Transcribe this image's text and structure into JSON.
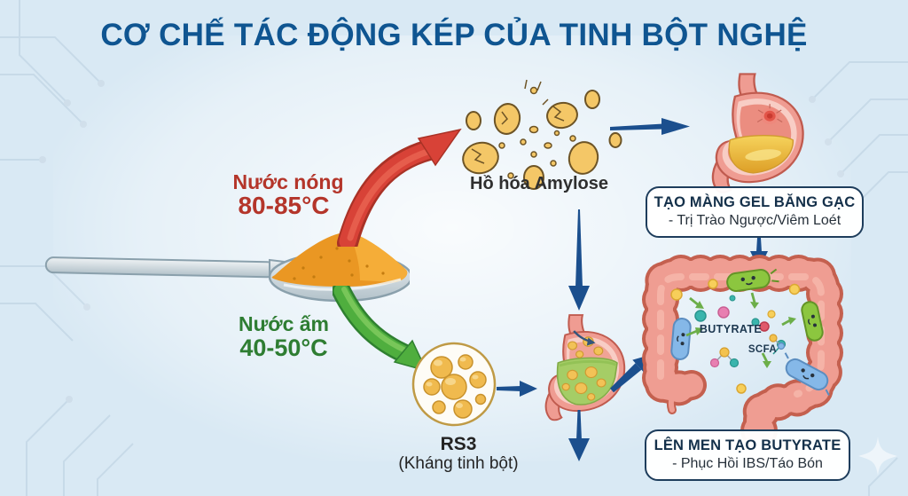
{
  "title": "CƠ CHẾ TÁC ĐỘNG KÉP CỦA TINH BỘT NGHỆ",
  "hot_path": {
    "label": "Nước nóng",
    "temperature": "80-85°C"
  },
  "warm_path": {
    "label": "Nước ấm",
    "temperature": "40-50°C"
  },
  "amylose": {
    "label": "Hồ hóa Amylose"
  },
  "rs3": {
    "label": "RS3",
    "sublabel": "(Kháng tinh bột)"
  },
  "gel_box": {
    "title": "TẠO MÀNG GEL BĂNG GẠC",
    "subtitle": "- Trị Trào Ngược/Viêm Loét"
  },
  "butyrate_box": {
    "title": "LÊN MEN TẠO BUTYRATE",
    "subtitle": "- Phục Hồi IBS/Táo Bón"
  },
  "colon_labels": {
    "butyrate": "BUTYRATE",
    "scfa": "SCFA"
  },
  "colors": {
    "title_blue": "#0f5591",
    "hot_red": "#b4352a",
    "warm_green": "#2e7d32",
    "arrow_blue": "#1b4f8e",
    "red_arrow": "#d84237",
    "green_arrow": "#4fae3e",
    "colon_pink": "#ef9d92",
    "turmeric_orange": "#ea9723"
  }
}
